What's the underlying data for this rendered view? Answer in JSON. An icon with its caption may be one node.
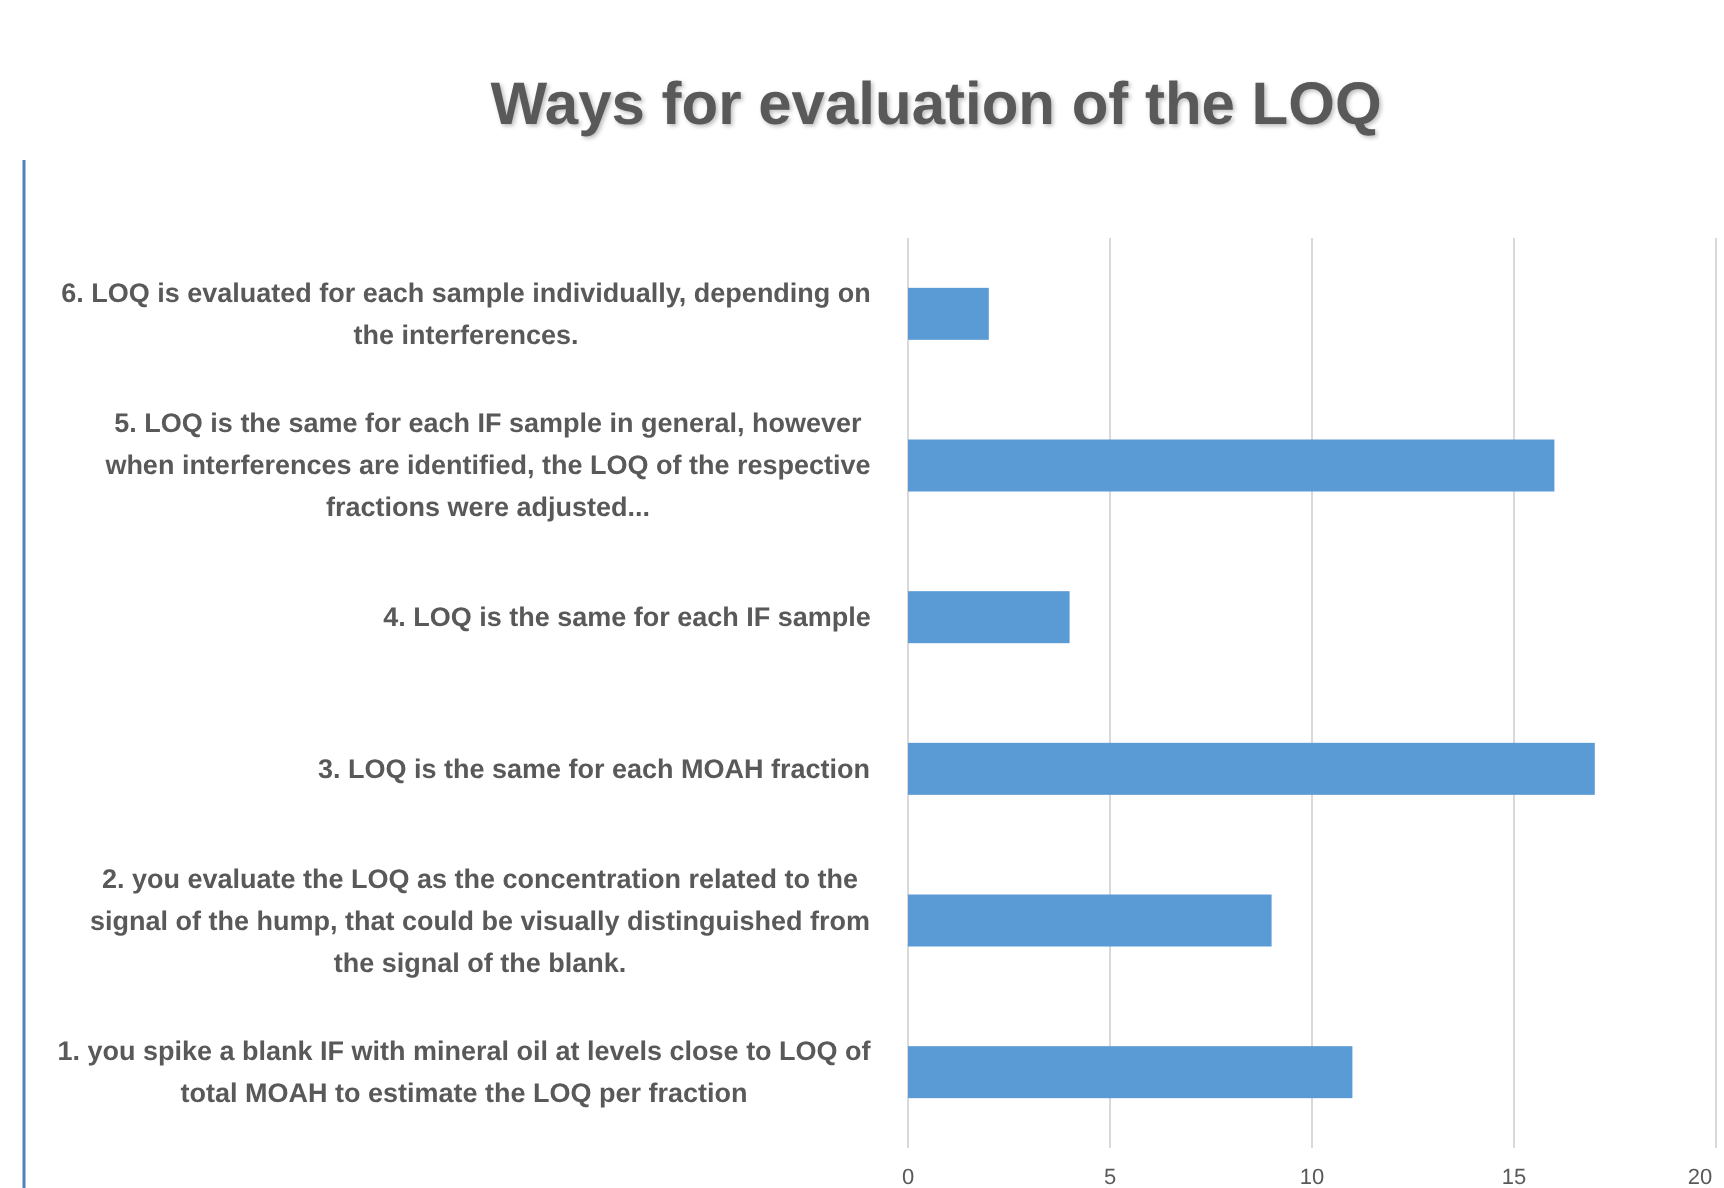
{
  "diagram": {
    "chart_data": {
      "type": "bar",
      "orientation": "horizontal",
      "title": "Ways for evaluation of the LOQ",
      "grid": true,
      "categories": [
        "6. LOQ is evaluated for each sample individually, depending on the interferences.",
        "5. LOQ is the same for each IF sample in general, however when interferences are identified, the LOQ of the respective fractions were adjusted...",
        "4. LOQ is the same for each IF sample",
        "3. LOQ is the same for each MOAH fraction",
        "2. you evaluate the LOQ as the concentration related to the signal of the hump, that could be visually distinguished from the signal of the blank.",
        "1. you spike a blank IF with mineral oil at levels close to LOQ of total MOAH to estimate the LOQ per fraction"
      ],
      "series": [
        {
          "color": "#5b9bd5",
          "values": [
            2,
            16,
            4,
            17,
            9,
            11
          ]
        }
      ],
      "xlim": [
        0,
        20
      ],
      "xticks": [
        0,
        5,
        10,
        15,
        20
      ]
    }
  }
}
